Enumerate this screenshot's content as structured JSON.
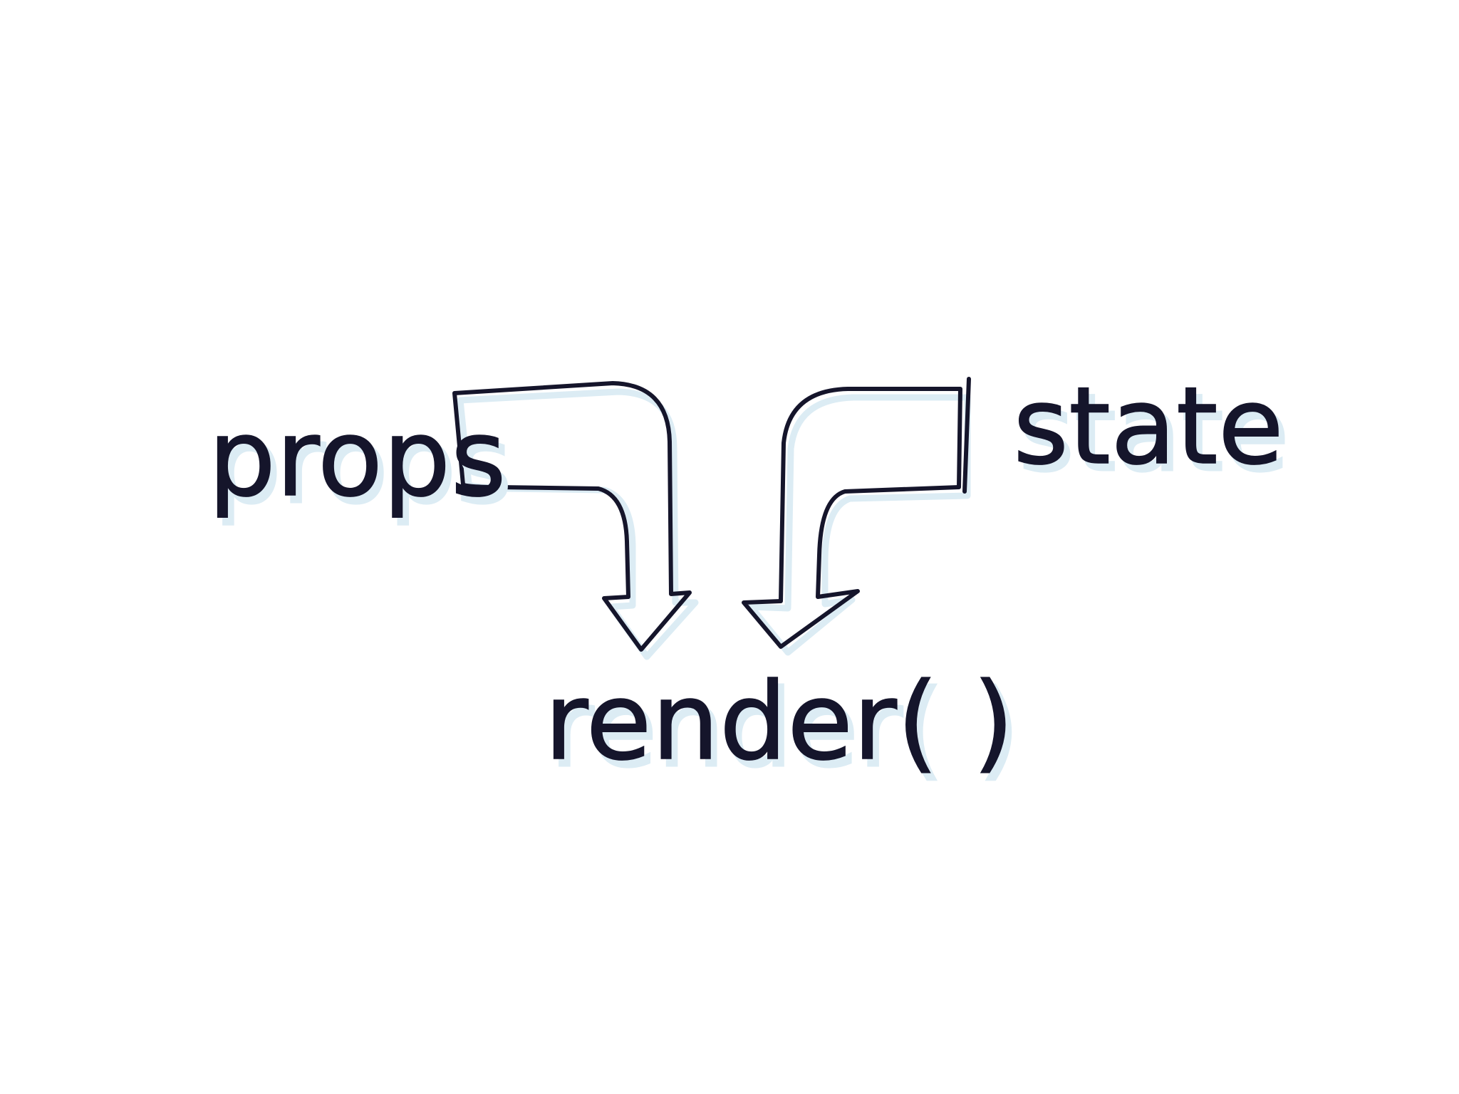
{
  "diagram": {
    "nodes": {
      "props": "props",
      "state": "state",
      "render": "render( )"
    },
    "edges": [
      {
        "from": "props",
        "to": "render( )"
      },
      {
        "from": "state",
        "to": "render( )"
      }
    ],
    "colors": {
      "ink": "#15152b",
      "highlight": "#dcecf4",
      "background": "#ffffff"
    }
  }
}
